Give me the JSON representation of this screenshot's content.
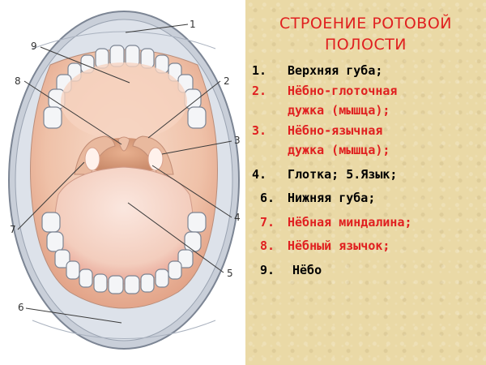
{
  "figure": {
    "callouts": [
      "1",
      "2",
      "3",
      "4",
      "5",
      "6",
      "7",
      "8",
      "9"
    ]
  },
  "legend": {
    "title_line1": "СТРОЕНИЕ РОТОВОЙ",
    "title_line2": "ПОЛОСТИ",
    "items": [
      {
        "num": "1.",
        "text": "Верхняя губа;",
        "color": "#000000"
      },
      {
        "num": "2.",
        "text": "Нёбно-глоточная",
        "color": "#e02020"
      },
      {
        "num": "",
        "text": "дужка (мышца);",
        "color": "#e02020"
      },
      {
        "num": "3.",
        "text": "Нёбно-язычная",
        "color": "#e02020"
      },
      {
        "num": "",
        "text": "дужка (мышца);",
        "color": "#e02020"
      },
      {
        "num": "4.",
        "text": "Глотка; 5.Язык;",
        "color": "#000000"
      },
      {
        "num": "6.",
        "text": "Нижняя губа;",
        "color": "#000000"
      },
      {
        "num": "7.",
        "text": "Нёбная миндалина;",
        "color": "#e02020"
      },
      {
        "num": "8.",
        "text": "Нёбный язычок;",
        "color": "#e02020"
      },
      {
        "num": "9.",
        "text": "Нёбо",
        "color": "#000000"
      }
    ]
  }
}
